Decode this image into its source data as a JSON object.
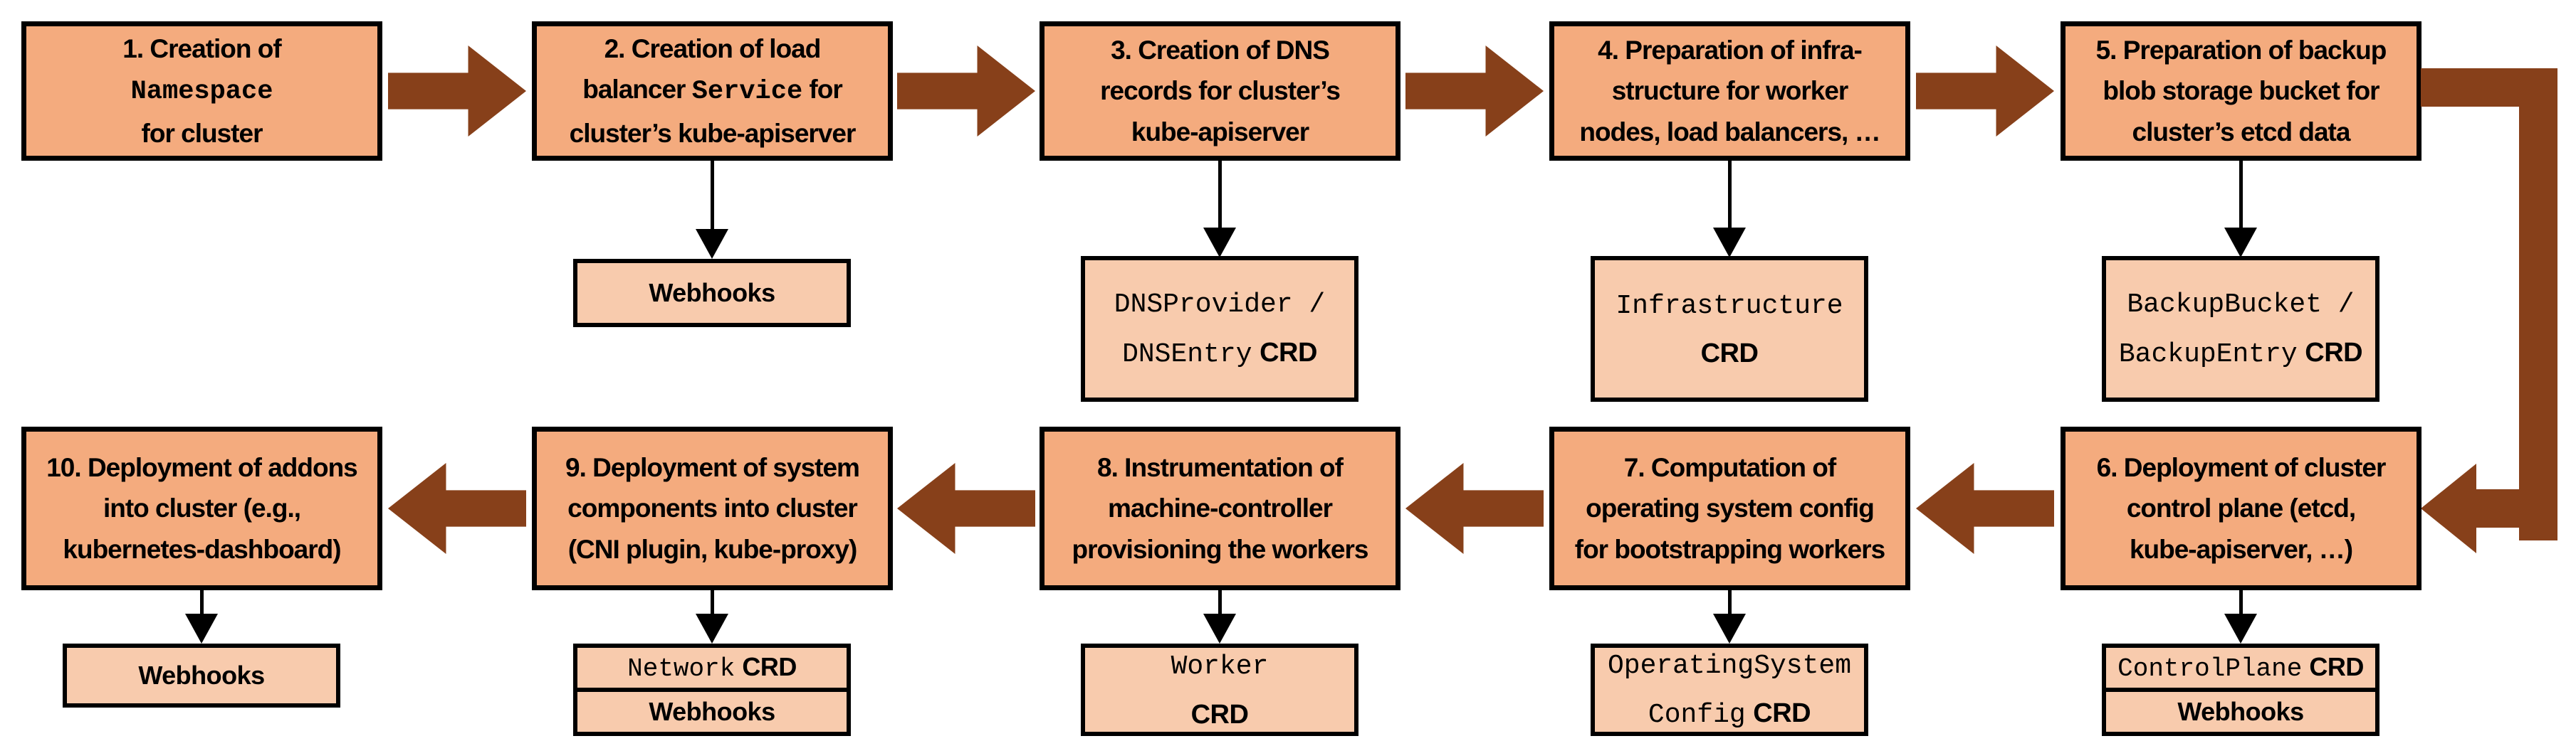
{
  "colors": {
    "main_box_fill": "#F4AB7E",
    "child_box_fill": "#F8CBAD",
    "arrow_brown": "#87401A",
    "border_black": "#000000"
  },
  "diagram": {
    "steps": {
      "s1": {
        "lines": [
          [
            {
              "t": "1. Creation of"
            }
          ],
          [
            {
              "t": "Namespace",
              "k": "m"
            }
          ],
          [
            {
              "t": "for cluster"
            }
          ]
        ]
      },
      "s2": {
        "lines": [
          [
            {
              "t": "2. Creation of load"
            }
          ],
          [
            {
              "t": "balancer "
            },
            {
              "t": "Service",
              "k": "m"
            },
            {
              "t": " for"
            }
          ],
          [
            {
              "t": "cluster’s kube-apiserver"
            }
          ]
        ]
      },
      "s3": {
        "lines": [
          [
            {
              "t": "3. Creation of DNS"
            }
          ],
          [
            {
              "t": "records for cluster’s"
            }
          ],
          [
            {
              "t": "kube-apiserver"
            }
          ]
        ]
      },
      "s4": {
        "lines": [
          [
            {
              "t": "4. Preparation of infra-"
            }
          ],
          [
            {
              "t": "structure for worker"
            }
          ],
          [
            {
              "t": "nodes, load balancers, …"
            }
          ]
        ]
      },
      "s5": {
        "lines": [
          [
            {
              "t": "5. Preparation of backup"
            }
          ],
          [
            {
              "t": "blob storage bucket for"
            }
          ],
          [
            {
              "t": "cluster’s etcd data"
            }
          ]
        ]
      },
      "s6": {
        "lines": [
          [
            {
              "t": "6. Deployment of cluster"
            }
          ],
          [
            {
              "t": "control plane (etcd,"
            }
          ],
          [
            {
              "t": "kube-apiserver, …)"
            }
          ]
        ]
      },
      "s7": {
        "lines": [
          [
            {
              "t": "7. Computation of"
            }
          ],
          [
            {
              "t": "operating system config"
            }
          ],
          [
            {
              "t": "for bootstrapping workers"
            }
          ]
        ]
      },
      "s8": {
        "lines": [
          [
            {
              "t": "8. Instrumentation of"
            }
          ],
          [
            {
              "t": "machine-controller"
            }
          ],
          [
            {
              "t": "provisioning the workers"
            }
          ]
        ]
      },
      "s9": {
        "lines": [
          [
            {
              "t": "9. Deployment of system"
            }
          ],
          [
            {
              "t": "components into cluster"
            }
          ],
          [
            {
              "t": "(CNI plugin, kube-proxy)"
            }
          ]
        ]
      },
      "s10": {
        "lines": [
          [
            {
              "t": "10. Deployment of addons"
            }
          ],
          [
            {
              "t": "into cluster (e.g.,"
            }
          ],
          [
            {
              "t": "kubernetes-dashboard)"
            }
          ]
        ]
      }
    },
    "children": {
      "webhooks2": {
        "lines": [
          [
            {
              "t": "Webhooks",
              "k": "b"
            }
          ]
        ]
      },
      "dns_crd": {
        "lines": [
          [
            {
              "t": "DNSProvider /",
              "k": "m"
            }
          ],
          [
            {
              "t": "DNSEntry",
              "k": "m"
            },
            {
              "t": " "
            },
            {
              "t": "CRD",
              "k": "c"
            }
          ]
        ]
      },
      "infra_crd": {
        "lines": [
          [
            {
              "t": "Infrastructure",
              "k": "m"
            }
          ],
          [
            {
              "t": "CRD",
              "k": "c"
            }
          ]
        ]
      },
      "backup_crd": {
        "lines": [
          [
            {
              "t": "BackupBucket /",
              "k": "m"
            }
          ],
          [
            {
              "t": "BackupEntry",
              "k": "m"
            },
            {
              "t": " "
            },
            {
              "t": "CRD",
              "k": "c"
            }
          ]
        ]
      },
      "controlplane_crd": {
        "lines": [
          [
            {
              "t": "ControlPlane",
              "k": "m"
            },
            {
              "t": " "
            },
            {
              "t": "CRD",
              "k": "c"
            }
          ]
        ]
      },
      "webhooks6": {
        "lines": [
          [
            {
              "t": "Webhooks",
              "k": "b"
            }
          ]
        ]
      },
      "osc_crd": {
        "lines": [
          [
            {
              "t": "OperatingSystem",
              "k": "m"
            }
          ],
          [
            {
              "t": "Config",
              "k": "m"
            },
            {
              "t": " "
            },
            {
              "t": "CRD",
              "k": "c"
            }
          ]
        ]
      },
      "worker_crd": {
        "lines": [
          [
            {
              "t": "Worker",
              "k": "m"
            }
          ],
          [
            {
              "t": "CRD",
              "k": "c"
            }
          ]
        ]
      },
      "network_crd": {
        "lines": [
          [
            {
              "t": "Network",
              "k": "m"
            },
            {
              "t": " "
            },
            {
              "t": "CRD",
              "k": "c"
            }
          ]
        ]
      },
      "webhooks9": {
        "lines": [
          [
            {
              "t": "Webhooks",
              "k": "b"
            }
          ]
        ]
      },
      "webhooks10": {
        "lines": [
          [
            {
              "t": "Webhooks",
              "k": "b"
            }
          ]
        ]
      }
    }
  }
}
